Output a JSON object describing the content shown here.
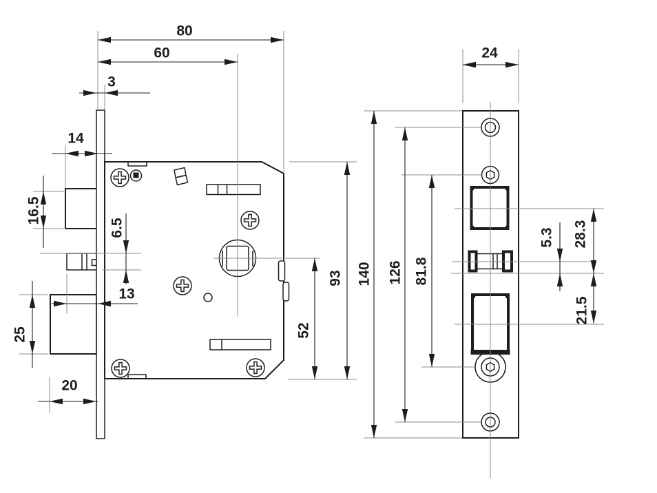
{
  "drawing": {
    "background": "#ffffff",
    "line_color": "#1d1d1b",
    "centerline_color": "#8c8c8c",
    "dims": {
      "d80": "80",
      "d60": "60",
      "d3": "3",
      "d14": "14",
      "d16_5": "16.5",
      "d6_5": "6.5",
      "d13": "13",
      "d25": "25",
      "d20": "20",
      "d52": "52",
      "d93": "93",
      "d140": "140",
      "d24": "24",
      "d126": "126",
      "d81_8": "81.8",
      "d5_3": "5.3",
      "d28_3": "28.3",
      "d21_5": "21.5"
    }
  }
}
